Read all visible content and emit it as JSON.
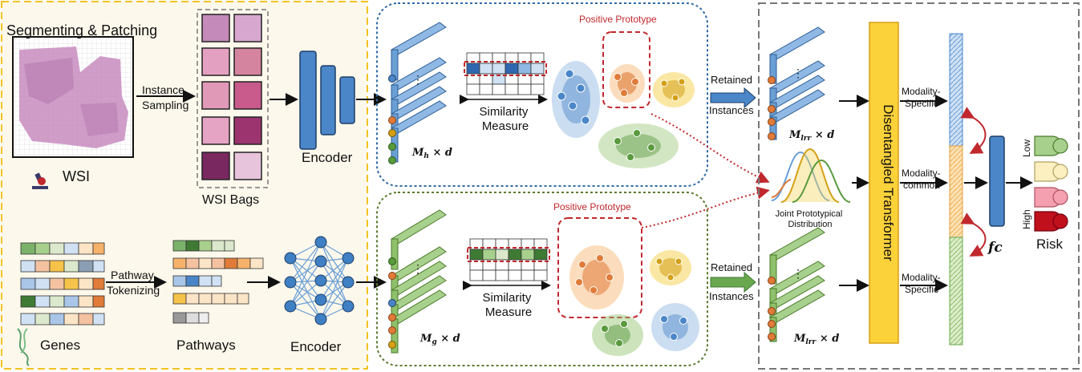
{
  "wsi": {
    "segmenting_label": "Segmenting & Patching",
    "wsi_label": "WSI",
    "instance_sampling": [
      "Instance",
      "Sampling"
    ],
    "bags_label": "WSI Bags",
    "encoder_label": "Encoder"
  },
  "genomics": {
    "genes_label": "Genes",
    "pathway_tokenizing": [
      "Pathway",
      "Tokenizing"
    ],
    "pathways_label": "Pathways",
    "encoder_label": "Encoder"
  },
  "histo_branch": {
    "dim_label_base": "M",
    "dim_label_sub": "h",
    "dim_label_tail": " × d",
    "similarity_label": [
      "Similarity",
      "Measure"
    ],
    "prototype_label": "Positive Prototype"
  },
  "gene_branch": {
    "dim_label_base": "M",
    "dim_label_sub": "g",
    "dim_label_tail": " × d",
    "similarity_label": [
      "Similarity",
      "Measure"
    ],
    "prototype_label": "Positive Prototype"
  },
  "fusion": {
    "retained_top": [
      "Retained",
      "Instances"
    ],
    "retained_bottom": [
      "Retained",
      "Instances"
    ],
    "lrr_label_base": "M",
    "lrr_label_sub": "lrr",
    "lrr_label_tail": " × d",
    "joint_label": [
      "Joint Prototypical",
      "Distribution"
    ],
    "transformer_label": "Disentangled  Transformer",
    "modality_specific_top": [
      "Modality-",
      "Specific"
    ],
    "modality_common": [
      "Modality-",
      "common"
    ],
    "modality_specific_bottom": [
      "Modality-",
      "Specific"
    ],
    "fc_label": "fc",
    "risk_label": "Risk",
    "low_label": "Low",
    "high_label": "High"
  },
  "colors": {
    "wsi_panel_bg": "#fdf8ec",
    "wsi_panel_border": "#f2c320",
    "histo_border": "#2e6aa6",
    "gene_border": "#5a7a2e",
    "fusion_border": "#777777",
    "blue_bar": "#6a9fd6",
    "green_bar": "#8fc06a",
    "transformer": "#fcd23a",
    "prototype_red": "#c0282d"
  }
}
